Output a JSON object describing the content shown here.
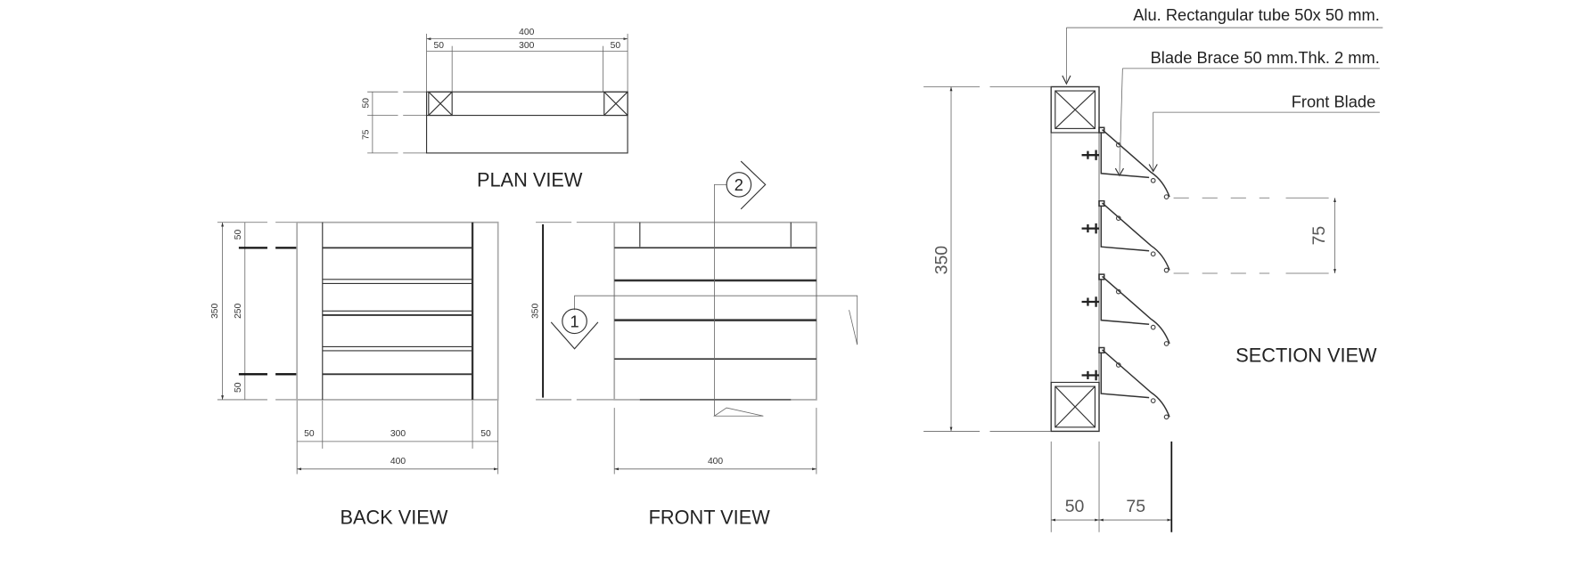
{
  "plan_view": {
    "title": "PLAN VIEW",
    "dim_total": "400",
    "dim_left": "50",
    "dim_mid": "300",
    "dim_right": "50",
    "dim_depth_tube": "50",
    "dim_depth_blade": "75"
  },
  "back_view": {
    "title": "BACK VIEW",
    "dim_height": "350",
    "dim_top": "50",
    "dim_mid": "250",
    "dim_bottom": "50",
    "dim_left": "50",
    "dim_center": "300",
    "dim_right": "50",
    "dim_total": "400"
  },
  "front_view": {
    "title": "FRONT VIEW",
    "dim_height": "350",
    "dim_total": "400",
    "section_marker_1": "1",
    "section_marker_2": "2"
  },
  "section_view": {
    "title": "SECTION VIEW",
    "dim_height": "350",
    "dim_tube": "50",
    "dim_blade": "75",
    "dim_pitch": "75",
    "label_tube": "Alu. Rectangular tube 50x 50 mm.",
    "label_brace": "Blade Brace 50 mm.Thk. 2 mm.",
    "label_blade": "Front Blade"
  }
}
